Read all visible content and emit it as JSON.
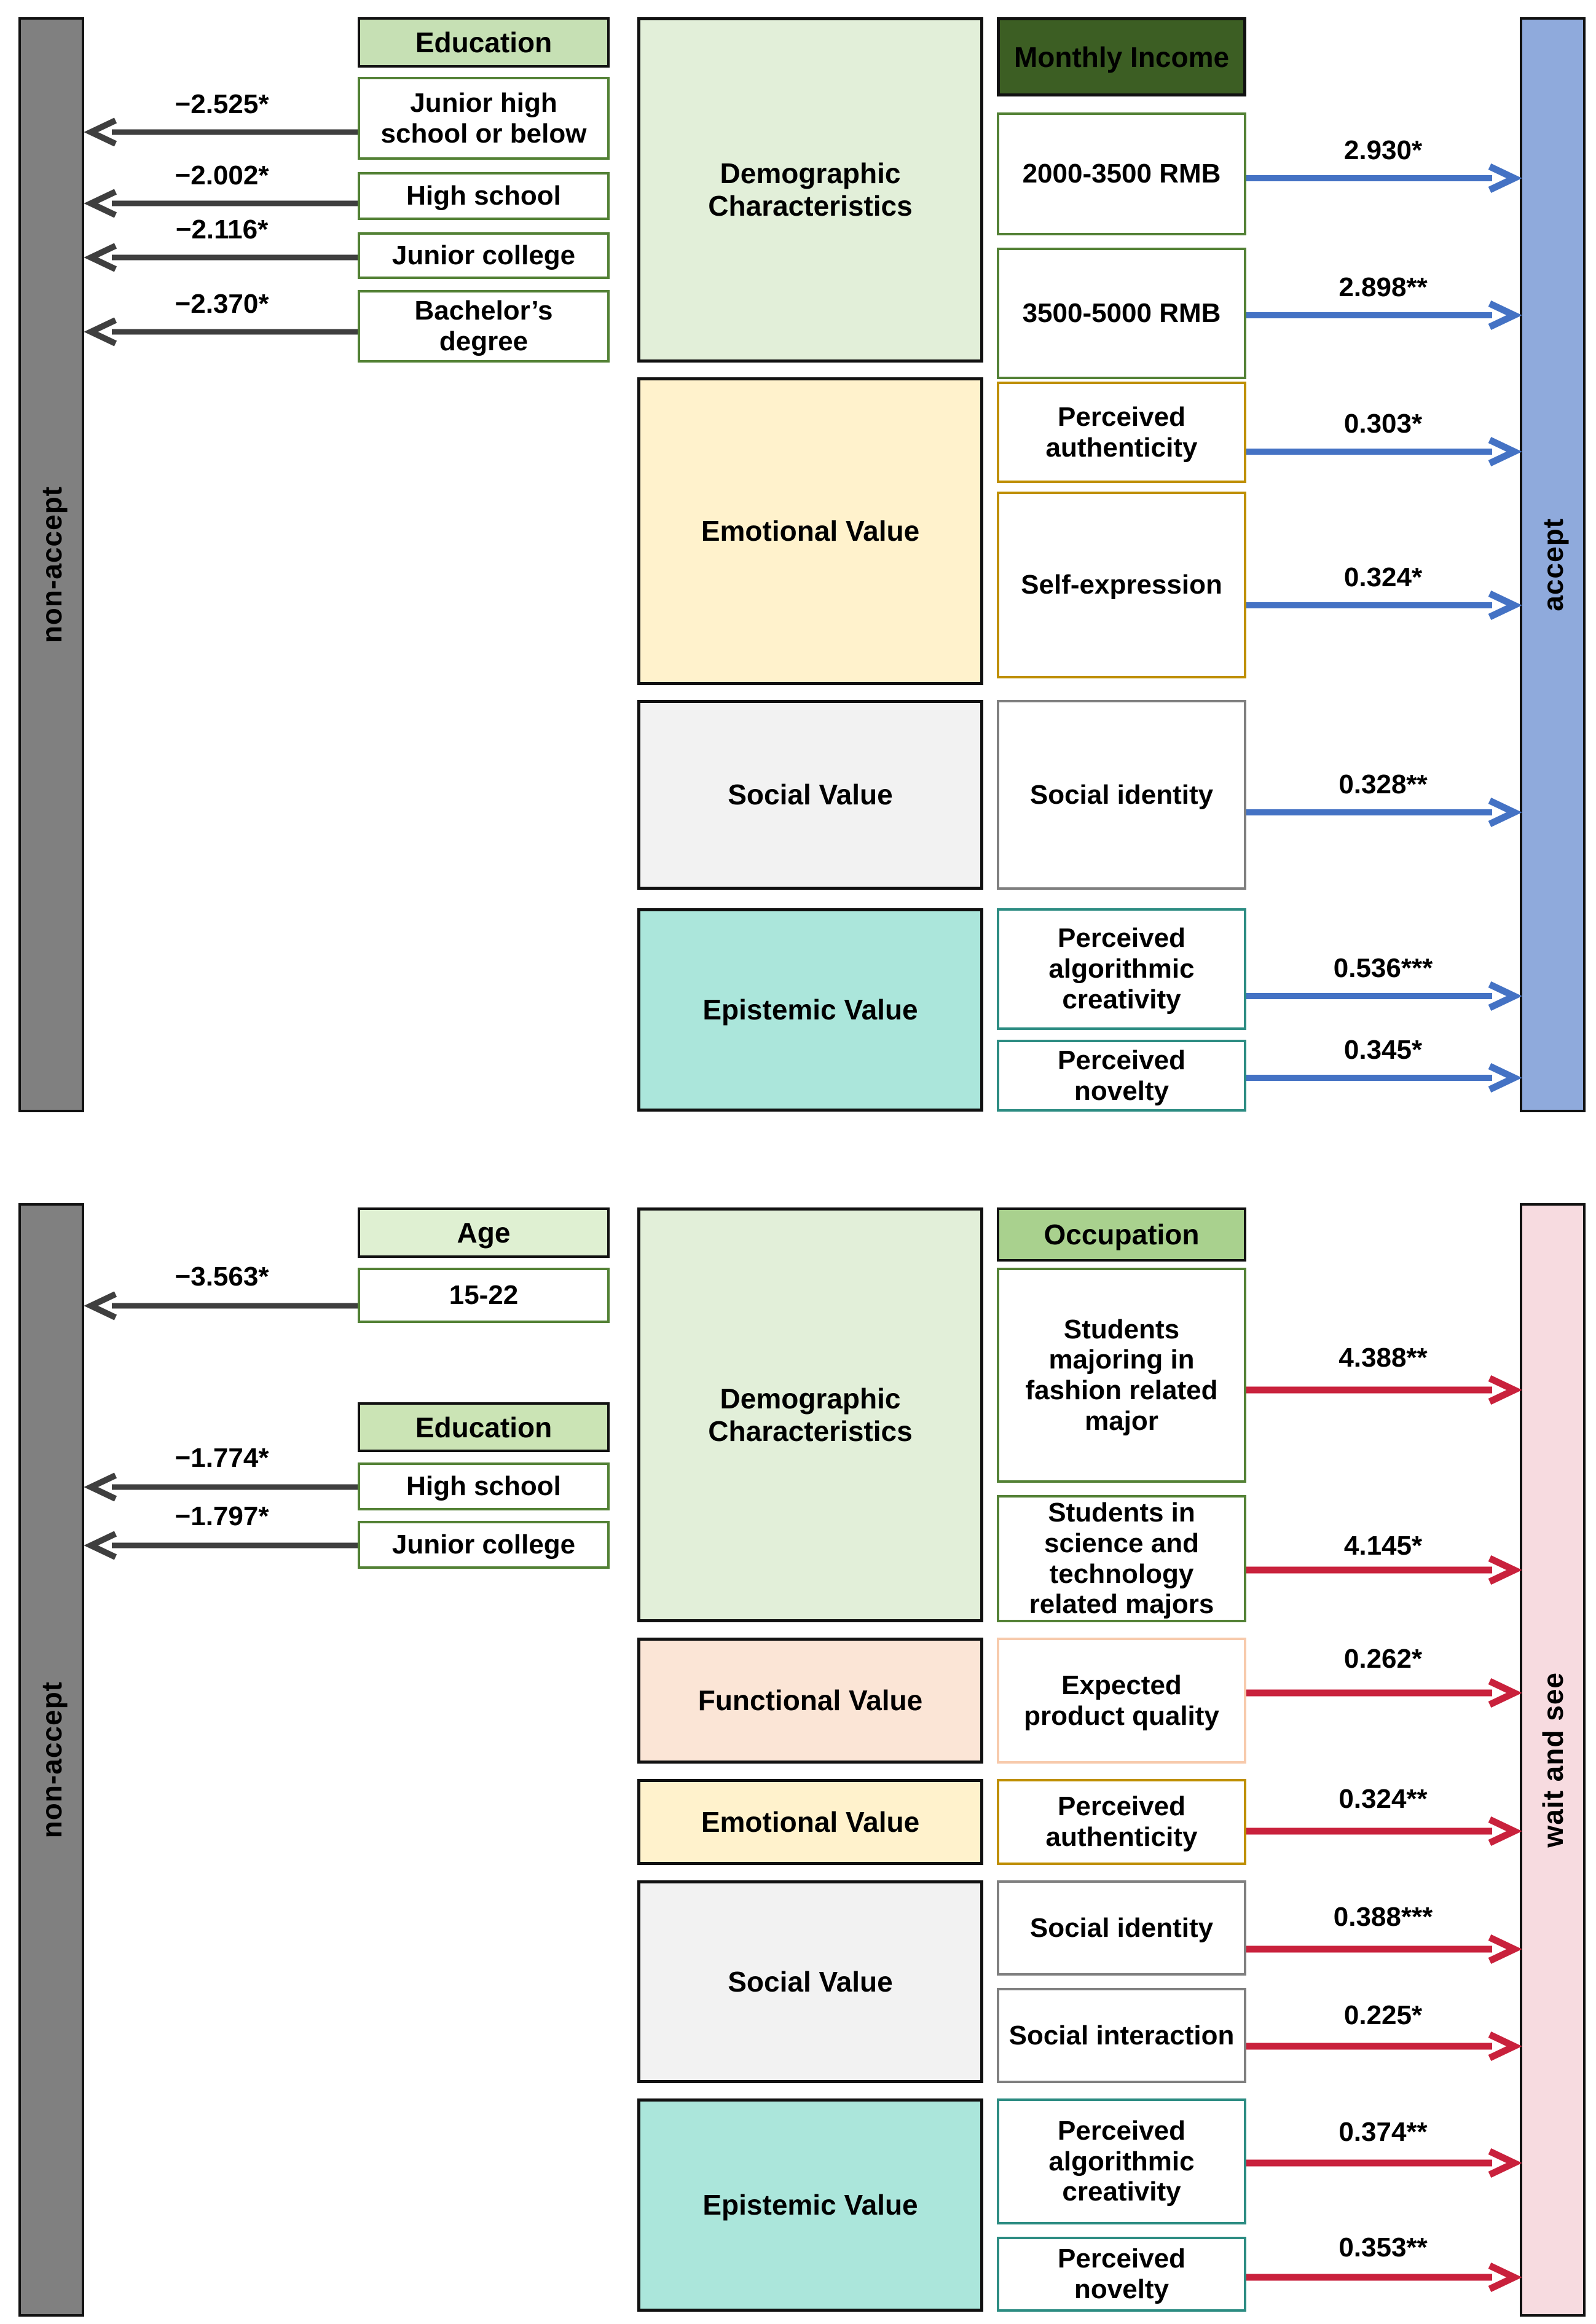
{
  "colors": {
    "non_accept_bar": "#808080",
    "accept_bar": "#8FAADC",
    "wait_and_see_bar": "#F7DBE0",
    "arrow_positive_top": "#4472C4",
    "arrow_positive_bottom": "#C9213C",
    "arrow_negative": "#3F3F3F",
    "demographic_fill": "#E2EFD9",
    "functional_fill": "#FBE5D6",
    "emotional_fill": "#FFF2CC",
    "social_fill": "#F2F2F2",
    "epistemic_fill": "#ABE6DB",
    "education_header_top": "#C6E0B4",
    "age_header": "#DFF0D2",
    "education_header_bottom": "#CBE4B5",
    "occupation_header": "#A9D18E",
    "monthly_income_header": "#3C5E23",
    "green_border": "#538135",
    "gold_border": "#BF8F00",
    "gray_border": "#7F7F7F",
    "teal_border": "#2C8C82",
    "peach_border": "#F7CAAC"
  },
  "panels": [
    {
      "left_bar": {
        "label": "non-accept"
      },
      "right_bar": {
        "label": "accept"
      },
      "negative": {
        "headers": [
          {
            "label": "Education"
          }
        ],
        "rows": [
          {
            "label": "Junior high school or below",
            "coefficient": "−2.525*"
          },
          {
            "label": "High school",
            "coefficient": "−2.002*"
          },
          {
            "label": "Junior college",
            "coefficient": "−2.116*"
          },
          {
            "label": "Bachelor’s degree",
            "coefficient": "−2.370*"
          }
        ]
      },
      "categories": [
        {
          "label": "Demographic Characteristics"
        },
        {
          "label": "Emotional Value"
        },
        {
          "label": "Social Value"
        },
        {
          "label": "Epistemic Value"
        }
      ],
      "positive": {
        "headers": [
          {
            "label": "Monthly Income"
          }
        ],
        "rows": [
          {
            "label": "2000-3500 RMB",
            "coefficient": "2.930*"
          },
          {
            "label": "3500-5000 RMB",
            "coefficient": "2.898**"
          },
          {
            "label": "Perceived authenticity",
            "coefficient": "0.303*"
          },
          {
            "label": "Self-expression",
            "coefficient": "0.324*"
          },
          {
            "label": "Social identity",
            "coefficient": "0.328**"
          },
          {
            "label": "Perceived algorithmic creativity",
            "coefficient": "0.536***"
          },
          {
            "label": "Perceived novelty",
            "coefficient": "0.345*"
          }
        ]
      }
    },
    {
      "left_bar": {
        "label": "non-accept"
      },
      "right_bar": {
        "label": "wait and see"
      },
      "negative": {
        "headers": [
          {
            "label": "Age"
          },
          {
            "label": "Education"
          }
        ],
        "rows": [
          {
            "label": "15-22",
            "coefficient": "−3.563*"
          },
          {
            "label": "High school",
            "coefficient": "−1.774*"
          },
          {
            "label": "Junior college",
            "coefficient": "−1.797*"
          }
        ]
      },
      "categories": [
        {
          "label": "Demographic Characteristics"
        },
        {
          "label": "Functional Value"
        },
        {
          "label": "Emotional Value"
        },
        {
          "label": "Social Value"
        },
        {
          "label": "Epistemic Value"
        }
      ],
      "positive": {
        "headers": [
          {
            "label": "Occupation"
          }
        ],
        "rows": [
          {
            "label": "Students majoring in fashion related major",
            "coefficient": "4.388**"
          },
          {
            "label": "Students in science and technology related majors",
            "coefficient": "4.145*"
          },
          {
            "label": "Expected product quality",
            "coefficient": "0.262*"
          },
          {
            "label": "Perceived authenticity",
            "coefficient": "0.324**"
          },
          {
            "label": "Social identity",
            "coefficient": "0.388***"
          },
          {
            "label": "Social interaction",
            "coefficient": "0.225*"
          },
          {
            "label": "Perceived algorithmic creativity",
            "coefficient": "0.374**"
          },
          {
            "label": "Perceived novelty",
            "coefficient": "0.353**"
          }
        ]
      }
    }
  ]
}
